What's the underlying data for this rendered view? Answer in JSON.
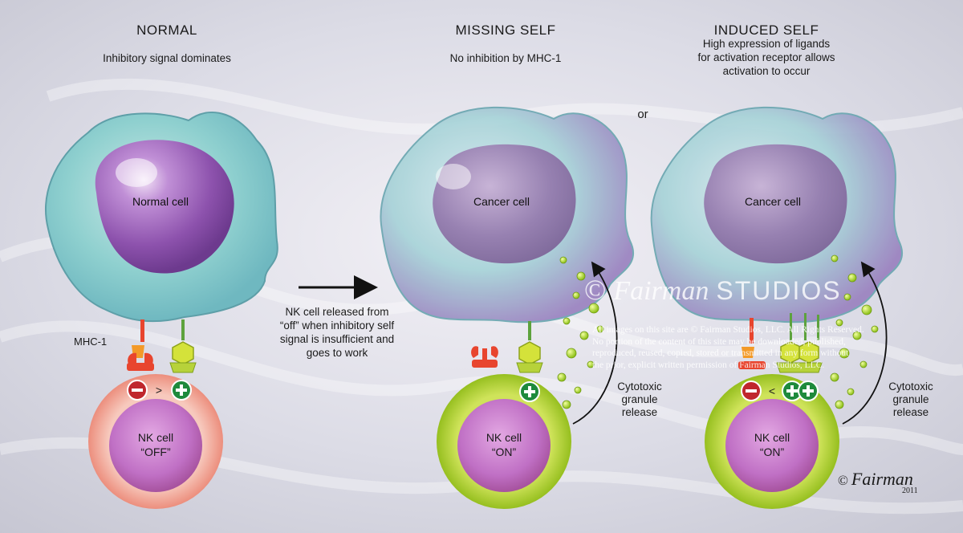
{
  "panels": {
    "normal": {
      "title": "NORMAL",
      "subtitle": "Inhibitory signal dominates",
      "cell_label": "Normal cell",
      "mhc_label": "MHC-1",
      "comparator": ">",
      "nk_line1": "NK cell",
      "nk_line2": "“OFF”"
    },
    "missing_self": {
      "title": "MISSING SELF",
      "subtitle": "No inhibition by MHC-1",
      "cell_label": "Cancer cell",
      "nk_line1": "NK cell",
      "nk_line2": "“ON”",
      "release_line1": "Cytotoxic",
      "release_line2": "granule",
      "release_line3": "release"
    },
    "induced_self": {
      "title": "INDUCED SELF",
      "subtitle_line1": "High expression of ligands",
      "subtitle_line2": "for activation receptor allows",
      "subtitle_line3": "activation to occur",
      "cell_label": "Cancer cell",
      "comparator": "<",
      "nk_line1": "NK cell",
      "nk_line2": "“ON”",
      "release_line1": "Cytotoxic",
      "release_line2": "granule",
      "release_line3": "release"
    }
  },
  "or_label": "or",
  "arrow_caption": {
    "line1": "NK cell released from",
    "line2": "“off” when inhibitory self",
    "line3": "signal is insufficient and",
    "line4": "goes to work"
  },
  "watermark": {
    "logo_symbol": "©",
    "logo_script": "Fairman",
    "logo_studios": "STUDIOS",
    "line1": "All images on this site are © Fairman Studios, LLC. All Rights Reserved.",
    "line2": "No portion of the content of this site may be downloaded, published,",
    "line3": "reproduced, reused, copied, stored or transmitted in any form without",
    "line4": "the prior, explicit written permission of Fairman Studios, LLC."
  },
  "signature": {
    "symbol": "©",
    "name": "Fairman",
    "year": "2011"
  },
  "colors": {
    "normal_nk_ring": "#f2a89a",
    "active_nk_ring": "#b5d63a",
    "nk_nucleus": "#b865b8",
    "cell_cytoplasm": "#8fd0cf",
    "cell_nucleus": "#9b5fb8",
    "inhibitory_receptor": "#e8452e",
    "activating_receptor": "#c8d83a",
    "minus_badge": "#c0272d",
    "plus_badge": "#1e8a3c",
    "granule": "#b8e02a"
  },
  "icons": [
    "minus-badge-icon",
    "plus-badge-icon",
    "mhc-receptor-icon",
    "activating-receptor-icon",
    "arrow-icon"
  ]
}
